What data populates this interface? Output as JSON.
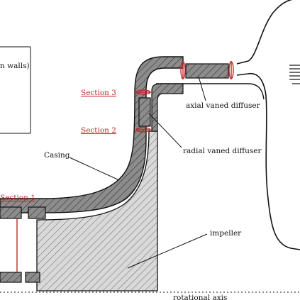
{
  "labels": {
    "legend_fragment": "n walls)",
    "section_3": "Section 3",
    "section_2": "Section 2",
    "section_1": "Section 1",
    "casing": "Casing",
    "axial_vaned_diffuser": "axial vaned diffuser",
    "radial_vaned_diffuser": "radial vaned diffuser",
    "impeller": "impeller",
    "rotational_axis": "rotational axis"
  },
  "colors": {
    "metal_fill": "#8c8c8c",
    "impeller_fill": "#d9d9d9",
    "section_mark": "#c0262b",
    "outline": "#111111"
  }
}
